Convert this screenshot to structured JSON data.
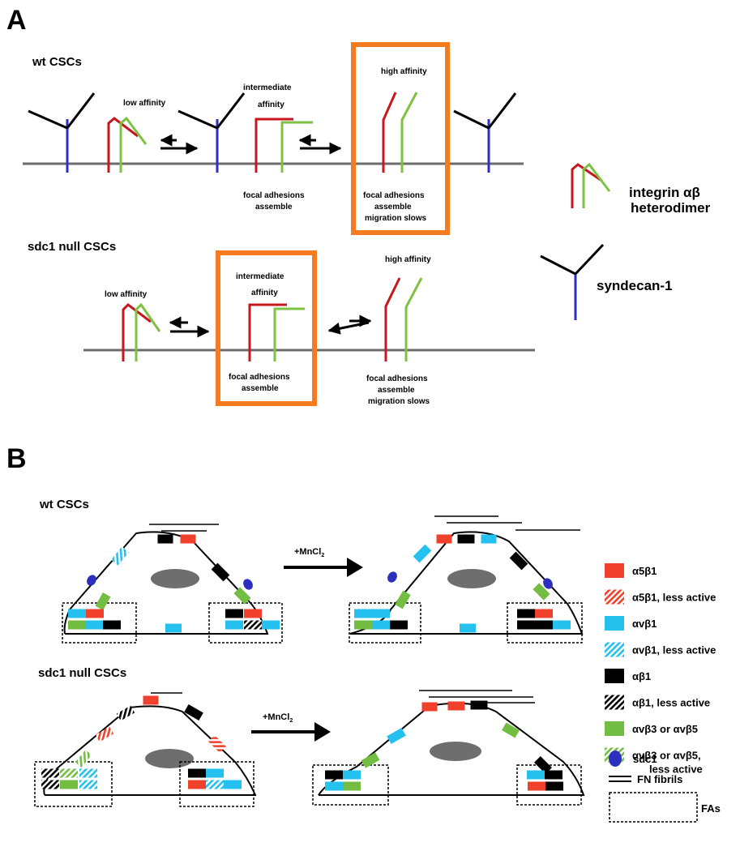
{
  "panel_a": {
    "letter": "A",
    "wt_label": "wt CSCs",
    "sdc_label": "sdc1 null CSCs",
    "low_affinity": "low affinity",
    "intermediate_line1": "intermediate",
    "intermediate_line2": "affinity",
    "high_affinity": "high affinity",
    "fa_line1": "focal adhesions",
    "fa_line2": "assemble",
    "migration_slows": "migration slows",
    "legend_integrin_line1": "integrin αβ",
    "legend_integrin_line2": "heterodimer",
    "legend_syndecan": "syndecan-1"
  },
  "panel_b": {
    "letter": "B",
    "wt_label": "wt CSCs",
    "sdc_label": "sdc1 null CSCs",
    "treatment": "+MnCl",
    "treatment_sub": "2",
    "legend": [
      {
        "label": "α5β1",
        "color": "#f0412c",
        "hatched": false
      },
      {
        "label": "α5β1, less active",
        "color": "#f0412c",
        "hatched": true
      },
      {
        "label": "αvβ1",
        "color": "#25c1ee",
        "hatched": false
      },
      {
        "label": "αvβ1, less active",
        "color": "#25c1ee",
        "hatched": true
      },
      {
        "label": "αβ1",
        "color": "#000000",
        "hatched": false
      },
      {
        "label": "αβ1, less active",
        "color": "#000000",
        "hatched": true
      },
      {
        "label": "αvβ3 or αvβ5",
        "color": "#74bd43",
        "hatched": false
      },
      {
        "label": "αvβ3 or αvβ5,",
        "label2": "less active",
        "color": "#74bd43",
        "hatched": true
      }
    ],
    "legend_sdc1": "sdc1",
    "legend_fn": "FN fibrils",
    "legend_fa": "FAs"
  },
  "colors": {
    "red": "#c8161d",
    "green": "#7dc242",
    "blue": "#2d2fbf",
    "orange": "#f47b20",
    "membrane": "#6b6b6b",
    "nucleus": "#6e6e6e"
  }
}
